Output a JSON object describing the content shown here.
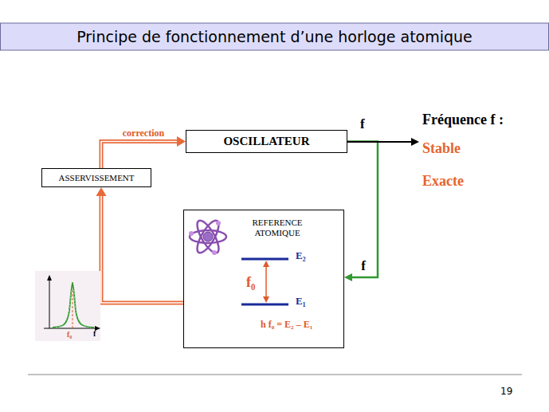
{
  "diagram": {
    "title": "Principe de fonctionnement d’une horloge atomique",
    "nodes": [
      {
        "text": [
          "OSCILLATEUR"
        ]
      },
      {
        "text": [
          "ASSERVISSEMENT"
        ]
      },
      {
        "text": [
          "REFERENCE ATOMIQUE",
          "E₂",
          "f₀",
          "E₁",
          "h f₀ = E₂ – E₁"
        ]
      }
    ],
    "edges": [
      {
        "from": 1,
        "to": 0,
        "arrow": "to",
        "label": "correction"
      },
      {
        "from": 0,
        "to": 2,
        "arrow": "to",
        "label": "f"
      },
      {
        "from": 2,
        "to": 1,
        "arrow": "to"
      }
    ],
    "labels": [
      "f",
      "Fréquence f :",
      "Stable",
      "Exacte",
      "f₀",
      "f",
      "19"
    ]
  }
}
